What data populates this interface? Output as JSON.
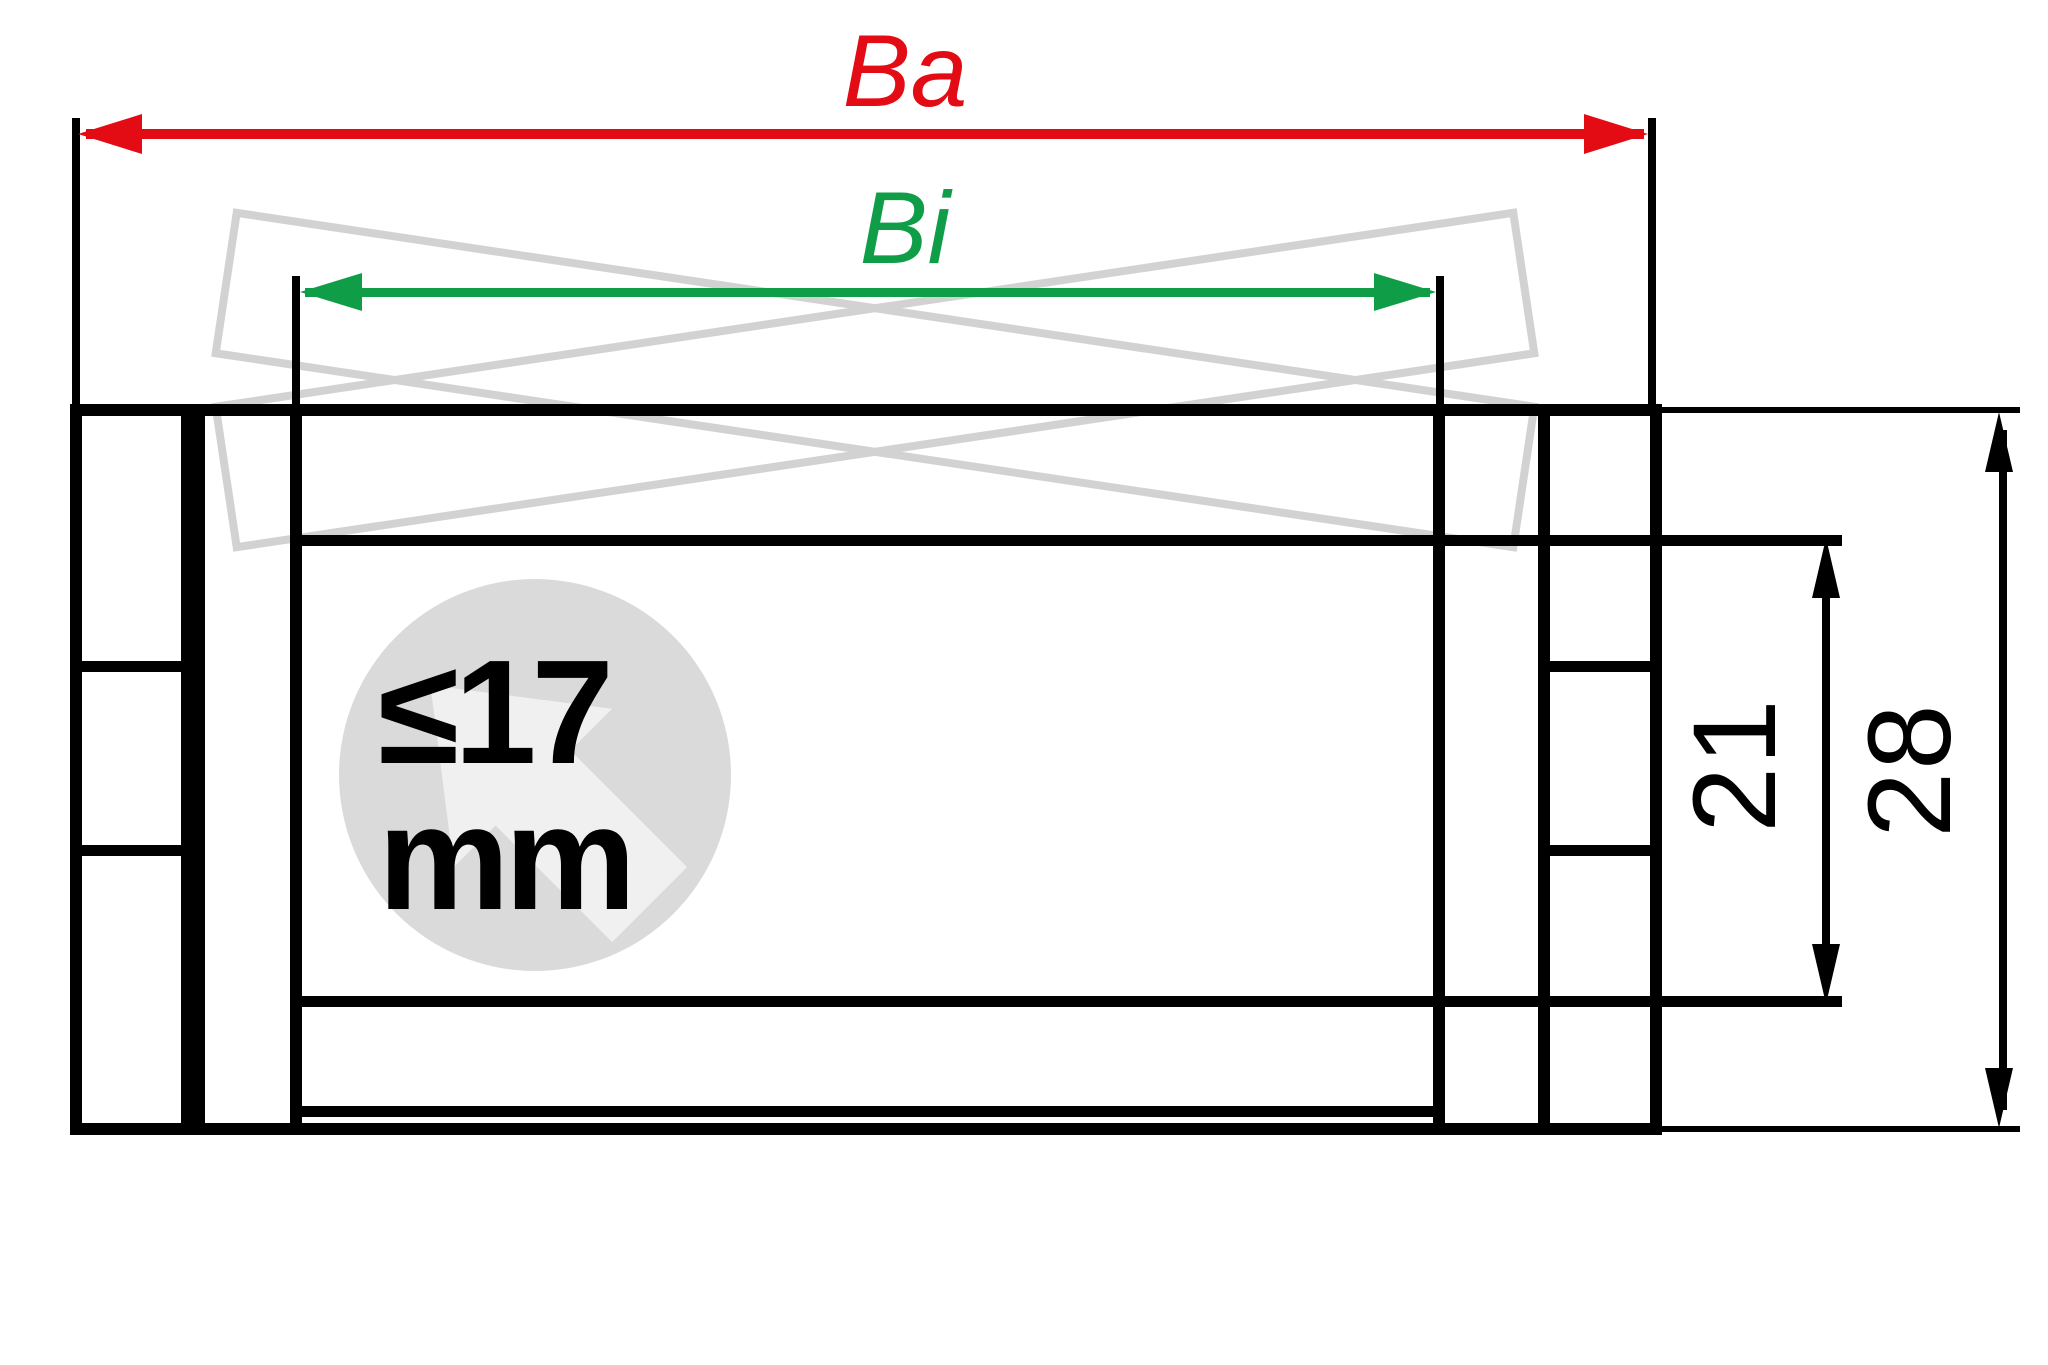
{
  "labels": {
    "outer_width": "Ba",
    "inner_width": "Bi",
    "inner_height": "21",
    "outer_height": "28",
    "capacity_line1": "≤17",
    "capacity_line2": "mm"
  },
  "colors": {
    "dimension_red": "#e30b14",
    "dimension_green": "#0f9d48",
    "line_black": "#000000",
    "ghost_plate_gray": "#d2d2d2",
    "badge_circle_gray": "#dadada",
    "badge_arrow_white": "#f0f0f0"
  }
}
